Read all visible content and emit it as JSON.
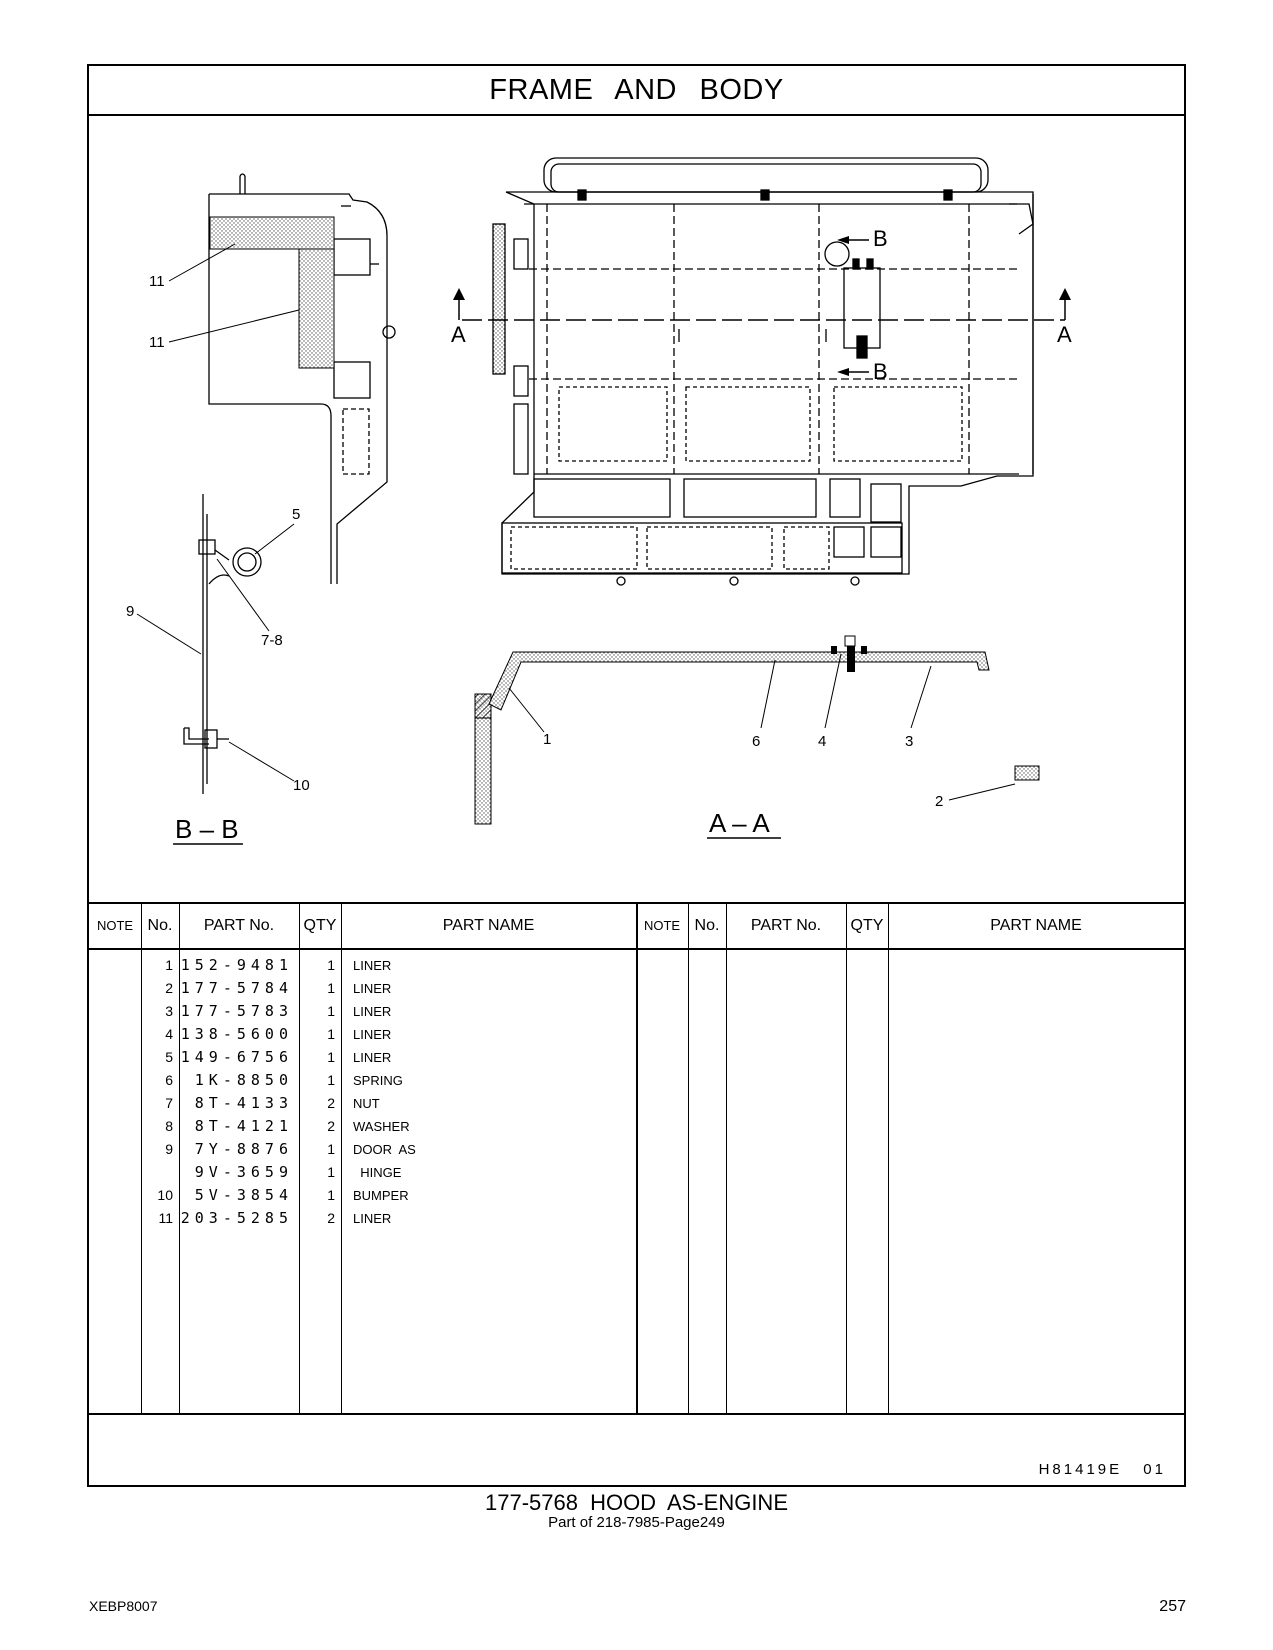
{
  "title": "FRAME   AND   BODY",
  "views": {
    "bb_label": "B – B",
    "aa_label": "A – A",
    "section_a": "A",
    "section_b": "B"
  },
  "callouts": [
    "1",
    "2",
    "3",
    "4",
    "5",
    "6",
    "7-8",
    "9",
    "10",
    "11"
  ],
  "table": {
    "headers": {
      "note": "NOTE",
      "no": "No.",
      "part_no": "PART No.",
      "qty": "QTY",
      "part_name": "PART NAME"
    },
    "rows": [
      {
        "no": "1",
        "part_no": "152-9481",
        "qty": "1",
        "name": "LINER"
      },
      {
        "no": "2",
        "part_no": "177-5784",
        "qty": "1",
        "name": "LINER"
      },
      {
        "no": "3",
        "part_no": "177-5783",
        "qty": "1",
        "name": "LINER"
      },
      {
        "no": "4",
        "part_no": "138-5600",
        "qty": "1",
        "name": "LINER"
      },
      {
        "no": "5",
        "part_no": "149-6756",
        "qty": "1",
        "name": "LINER"
      },
      {
        "no": "6",
        "part_no": "1K-8850",
        "qty": "1",
        "name": "SPRING"
      },
      {
        "no": "7",
        "part_no": "8T-4133",
        "qty": "2",
        "name": "NUT"
      },
      {
        "no": "8",
        "part_no": "8T-4121",
        "qty": "2",
        "name": "WASHER"
      },
      {
        "no": "9",
        "part_no": "7Y-8876",
        "qty": "1",
        "name": "DOOR  AS"
      },
      {
        "no": "",
        "part_no": "9V-3659",
        "qty": "1",
        "name": "  HINGE"
      },
      {
        "no": "10",
        "part_no": "5V-3854",
        "qty": "1",
        "name": "BUMPER"
      },
      {
        "no": "11",
        "part_no": "203-5285",
        "qty": "2",
        "name": "LINER"
      }
    ]
  },
  "illustration_code": "H81419E   01",
  "caption": {
    "main": "177-5768   HOOD  AS-ENGINE",
    "sub": "Part of 218-7985-Page249"
  },
  "document_code": "XEBP8007",
  "page_number": "257"
}
